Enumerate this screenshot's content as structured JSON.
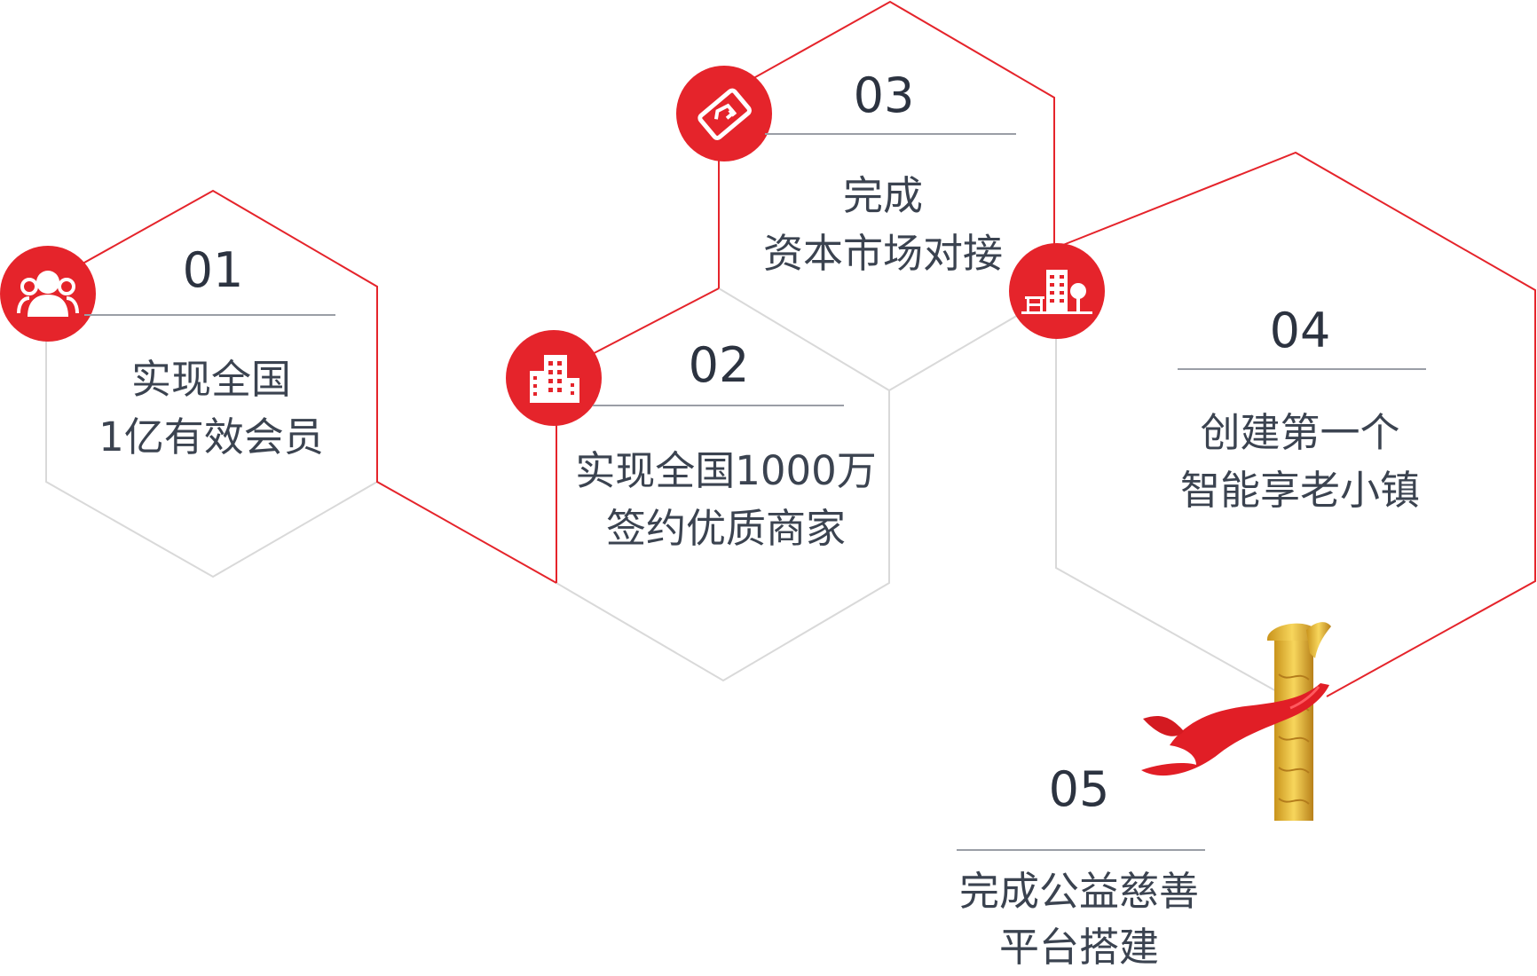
{
  "steps": [
    {
      "number": "01",
      "line1": "实现全国",
      "line2": "1亿有效会员",
      "icon": "users-icon"
    },
    {
      "number": "02",
      "line1": "实现全国1000万",
      "line2": "签约优质商家",
      "icon": "building-icon"
    },
    {
      "number": "03",
      "line1": "完成",
      "line2": "资本市场对接",
      "icon": "handshake-card-icon"
    },
    {
      "number": "04",
      "line1": "创建第一个",
      "line2": "智能享老小镇",
      "icon": "town-icon"
    },
    {
      "number": "05",
      "line1": "完成公益慈善",
      "line2": "平台搭建",
      "icon": "monument-ribbon-icon"
    }
  ],
  "colors": {
    "accent": "#e5242b",
    "grey_line": "#d9d9d9",
    "divider": "#9a9ea6",
    "text": "#3b4350"
  }
}
